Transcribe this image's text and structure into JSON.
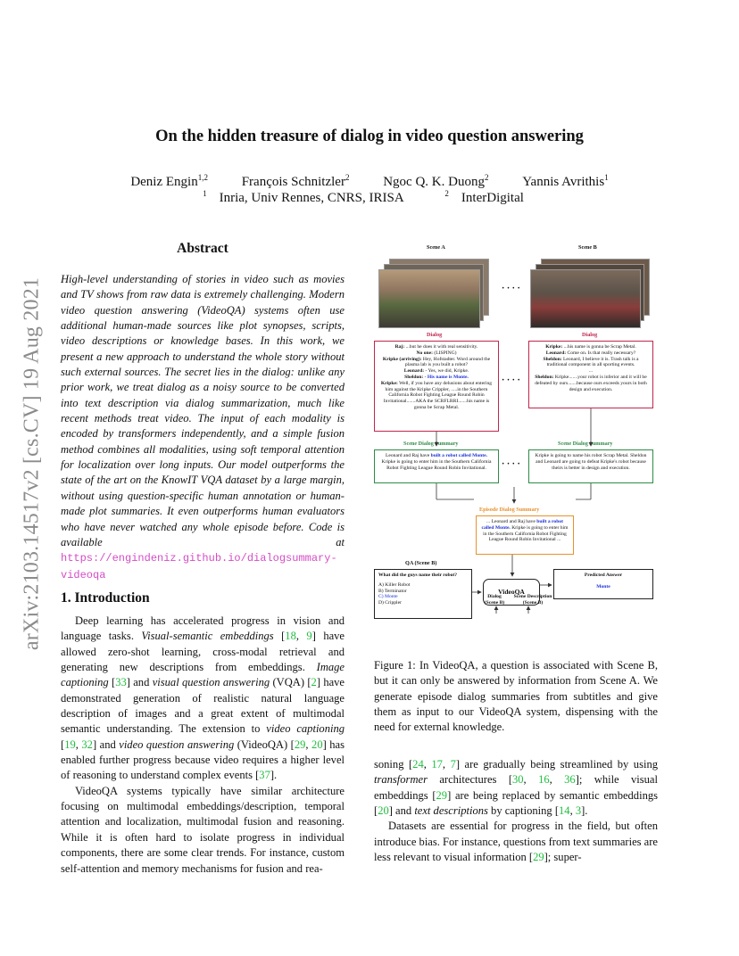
{
  "sidebar_stamp": "arXiv:2103.14517v2  [cs.CV]  19 Aug 2021",
  "title": "On the hidden treasure of dialog in video question answering",
  "authors": [
    {
      "name": "Deniz Engin",
      "sup": "1,2"
    },
    {
      "name": "François Schnitzler",
      "sup": "2"
    },
    {
      "name": "Ngoc Q. K. Duong",
      "sup": "2"
    },
    {
      "name": "Yannis Avrithis",
      "sup": "1"
    }
  ],
  "affiliations": [
    {
      "sup": "1",
      "name": "Inria, Univ Rennes, CNRS, IRISA"
    },
    {
      "sup": "2",
      "name": "InterDigital"
    }
  ],
  "abstract": {
    "heading": "Abstract",
    "text": "High-level understanding of stories in video such as movies and TV shows from raw data is extremely challenging. Modern video question answering (VideoQA) systems often use additional human-made sources like plot synopses, scripts, video descriptions or knowledge bases. In this work, we present a new approach to understand the whole story without such external sources. The secret lies in the dialog: unlike any prior work, we treat dialog as a noisy source to be converted into text description via dialog summarization, much like recent methods treat video. The input of each modality is encoded by transformers independently, and a simple fusion method combines all modalities, using soft temporal attention for localization over long inputs. Our model outperforms the state of the art on the KnowIT VQA dataset by a large margin, without using question-specific human annotation or human-made plot summaries. It even outperforms human evaluators who have never watched any whole episode before. Code is available at",
    "url": "https://engindeniz.github.io/dialogsummary-videoqa"
  },
  "intro": {
    "heading": "1. Introduction",
    "p1": [
      {
        "t": "Deep learning has accelerated progress in vision and language tasks. "
      },
      {
        "t": "Visual-semantic embeddings",
        "i": true
      },
      {
        "t": " ["
      },
      {
        "t": "18",
        "c": true
      },
      {
        "t": ", "
      },
      {
        "t": "9",
        "c": true
      },
      {
        "t": "] have allowed zero-shot learning, cross-modal retrieval and generating new descriptions from embeddings. "
      },
      {
        "t": "Image captioning",
        "i": true
      },
      {
        "t": " ["
      },
      {
        "t": "33",
        "c": true
      },
      {
        "t": "] and "
      },
      {
        "t": "visual question answering",
        "i": true
      },
      {
        "t": " (VQA) ["
      },
      {
        "t": "2",
        "c": true
      },
      {
        "t": "] have demonstrated generation of realistic natural language description of images and a great extent of multimodal semantic understanding. The extension to "
      },
      {
        "t": "video captioning",
        "i": true
      },
      {
        "t": " ["
      },
      {
        "t": "19",
        "c": true
      },
      {
        "t": ", "
      },
      {
        "t": "32",
        "c": true
      },
      {
        "t": "] and "
      },
      {
        "t": "video question answering",
        "i": true
      },
      {
        "t": " (VideoQA) ["
      },
      {
        "t": "29",
        "c": true
      },
      {
        "t": ", "
      },
      {
        "t": "20",
        "c": true
      },
      {
        "t": "] has enabled further progress because video requires a higher level of reasoning to understand complex events ["
      },
      {
        "t": "37",
        "c": true
      },
      {
        "t": "]."
      }
    ],
    "p2": "VideoQA systems typically have similar architecture focusing on multimodal embeddings/description, temporal attention and localization, multimodal fusion and reasoning. While it is often hard to isolate progress in individual components, there are some clear trends. For instance, custom self-attention and memory mechanisms for fusion and rea-"
  },
  "caption": "Figure 1: In VideoQA, a question is associated with Scene B, but it can only be answered by information from Scene A. We generate episode dialog summaries from subtitles and give them as input to our VideoQA system, dispensing with the need for external knowledge.",
  "right_col": {
    "p1": [
      {
        "t": "soning ["
      },
      {
        "t": "24",
        "c": true
      },
      {
        "t": ", "
      },
      {
        "t": "17",
        "c": true
      },
      {
        "t": ", "
      },
      {
        "t": "7",
        "c": true
      },
      {
        "t": "] are gradually being streamlined by using "
      },
      {
        "t": "transformer",
        "i": true
      },
      {
        "t": " architectures ["
      },
      {
        "t": "30",
        "c": true
      },
      {
        "t": ", "
      },
      {
        "t": "16",
        "c": true
      },
      {
        "t": ", "
      },
      {
        "t": "36",
        "c": true
      },
      {
        "t": "]; while visual embeddings ["
      },
      {
        "t": "29",
        "c": true
      },
      {
        "t": "] are being replaced by semantic embeddings ["
      },
      {
        "t": "20",
        "c": true
      },
      {
        "t": "] and "
      },
      {
        "t": "text descriptions",
        "i": true
      },
      {
        "t": " by captioning ["
      },
      {
        "t": "14",
        "c": true
      },
      {
        "t": ", "
      },
      {
        "t": "3",
        "c": true
      },
      {
        "t": "]."
      }
    ],
    "p2": [
      {
        "t": "Datasets are essential for progress in the field, but often introduce bias. For instance, questions from text summaries are less relevant to visual information ["
      },
      {
        "t": "29",
        "c": true
      },
      {
        "t": "]; super-"
      }
    ]
  },
  "figure": {
    "scene_a": "Scene A",
    "scene_b": "Scene B",
    "dots": "· · · ·",
    "dialog_label": "Dialog",
    "dialog_a": [
      {
        "who": "Raj:",
        "line": " ...but he does it with real sensitivity."
      },
      {
        "who": "No one:",
        "line": " (LISPING)"
      },
      {
        "who": "Kripke (arriving):",
        "line": " Hey, Hofstadter. Word around the plasma lab is you built a robot?"
      },
      {
        "who": "Leonard:",
        "line": " - Yes, we did, Kripke."
      },
      {
        "who": "Sheldon:",
        "line": " - ",
        "blue": "His name is Monte."
      },
      {
        "who": "Kripke:",
        "line": " Well, if you have any delusions about entering him against the Kripke Crippler, .....in the Southern California Robot Fighting League Round Robin Invitational.......AKA the SCRFLRRI.......his name is gonna be Scrap Metal."
      }
    ],
    "dialog_b": [
      {
        "who": "Kripke:",
        "line": " ...his name is gonna be Scrap Metal."
      },
      {
        "who": "Leonard:",
        "line": " Come on. Is that really necessary?"
      },
      {
        "who": "Sheldon:",
        "line": " Leonard, I believe it is. Trash talk is a traditional component in all sporting events."
      },
      {
        "who": "",
        "line": "..."
      },
      {
        "who": "Sheldon:",
        "line": " Kripke.......your robot is inferior and it will be defeated by ours.......because ours exceeds yours in both design and execution."
      }
    ],
    "scene_summary_label": "Scene Dialog Summary",
    "summary_a_pre": "Leonard and Raj have ",
    "summary_a_blue": "built a robot called Monte.",
    "summary_a_post": " Kripke is going to enter him in the Southern California Robot Fighting League Round Robin Invitational.",
    "summary_b": "Kripke is going to name his robot Scrap Metal. Sheldon and Leonard are going to defeat Kripke's robot because theirs is better in design and execution.",
    "episode_summary_label": "Episode Dialog Summary",
    "episode_pre": "... Leonard and Raj have ",
    "episode_blue1": "built a robot",
    "episode_mid": " ",
    "episode_blue2": "called Monte.",
    "episode_post": " Kripke is going to enter him in the Southern California Robot Fighting League Round Robin Invitational ...",
    "qa_label": "QA (Scene B)",
    "question": "What did the guys name their robot?",
    "options": [
      "A) Killer Robot",
      "B) Terminator",
      "C) Monte",
      "D) Crippler"
    ],
    "model": "VideoQA",
    "predicted_label": "Predicted Answer",
    "predicted": "Monte",
    "inputs": [
      "Dialog\n(Scene B)",
      "Scene Description\n(Scene B)"
    ],
    "colors": {
      "dialog": "#c0264d",
      "summary": "#2e8b46",
      "episode": "#e8912d",
      "blue": "#1a2fd6",
      "citation": "#1fbe3f",
      "url": "#d54cc6"
    }
  }
}
